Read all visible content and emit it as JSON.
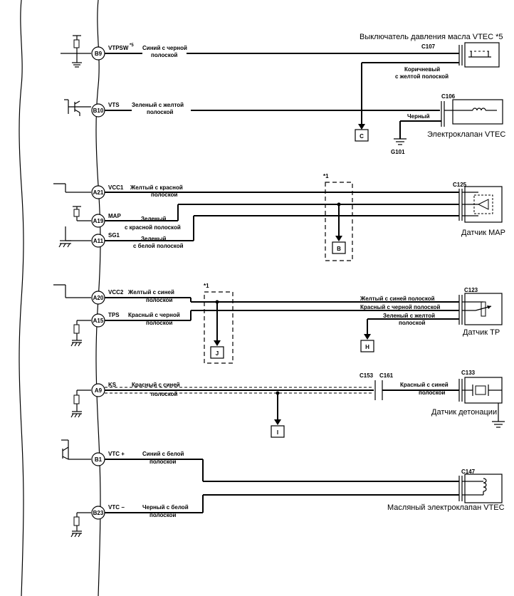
{
  "pins": [
    {
      "id": "B9",
      "signal": "VTPSW",
      "superscript": "*5",
      "wire": [
        "Синий с черной",
        "полоской"
      ]
    },
    {
      "id": "B10",
      "signal": "VTS",
      "wire": [
        "Зеленый с желтой",
        "полоской"
      ]
    },
    {
      "id": "A21",
      "signal": "VCC1",
      "wire": [
        "Желтый с красной",
        "полоской"
      ]
    },
    {
      "id": "A19",
      "signal": "MAP",
      "wire": [
        "Зеленый",
        "с красной полоской"
      ]
    },
    {
      "id": "A11",
      "signal": "SG1",
      "wire": [
        "Зеленый",
        "с белой полоской"
      ]
    },
    {
      "id": "A20",
      "signal": "VCC2",
      "wire": [
        "Желтый с синей",
        "полоской"
      ]
    },
    {
      "id": "A15",
      "signal": "TPS",
      "wire": [
        "Красный с черной",
        "полоской"
      ]
    },
    {
      "id": "A9",
      "signal": "KS",
      "wire": [
        "Красный с синей",
        "полоской"
      ]
    },
    {
      "id": "B1",
      "signal": "VTC +",
      "wire": [
        "Синий с белой",
        "полоской"
      ]
    },
    {
      "id": "B23",
      "signal": "VTC −",
      "wire": [
        "Черный с белой",
        "полоской"
      ]
    }
  ],
  "components": {
    "vtec_pressure_switch": {
      "label": "Выключатель давления масла VTEC *5",
      "connector": "C107",
      "wire": [
        "Коричневый",
        "с желтой полоской"
      ]
    },
    "vtec_solenoid": {
      "label": "Электроклапан VTEC",
      "connector": "C106",
      "wire": "Черный",
      "ground": "G101"
    },
    "map_sensor": {
      "label": "Датчик MAP",
      "connector": "C125"
    },
    "tp_sensor": {
      "label": "Датчик TP",
      "connector": "C123",
      "wires": [
        "Желтый с синей полоской",
        "Красный с черной полоской"
      ],
      "branch_wire": [
        "Зеленый с желтой",
        "полоской"
      ]
    },
    "knock_sensor": {
      "label": "Датчик детонации",
      "connector": "C133",
      "junction_left": "C153",
      "junction_right": "C161",
      "wire": [
        "Красный с синей",
        "полоской"
      ]
    },
    "vtc_oil_valve": {
      "label": "Масляный электроклапан VTEC",
      "connector": "C147"
    }
  },
  "refs": {
    "c": "C",
    "b": "B",
    "h": "H",
    "j": "J",
    "i": "I",
    "note1": "*1",
    "note2": "*1"
  }
}
